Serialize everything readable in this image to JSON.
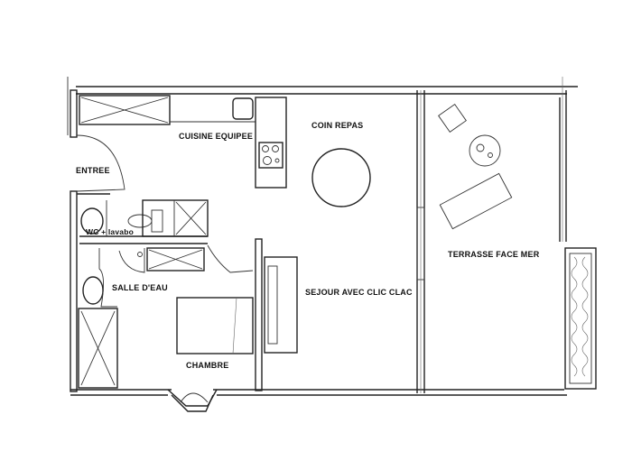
{
  "plan": {
    "rooms": {
      "kitchen": "CUISINE EQUIPEE",
      "dining": "COIN REPAS",
      "entrance": "ENTREE",
      "wc": "WC + lavabo",
      "shower_room": "SALLE D'EAU",
      "bedroom": "CHAMBRE",
      "living": "SEJOUR AVEC CLIC CLAC",
      "terrace": "TERRASSE FACE MER"
    },
    "colors": {
      "line": "#222222",
      "background": "#ffffff"
    }
  }
}
